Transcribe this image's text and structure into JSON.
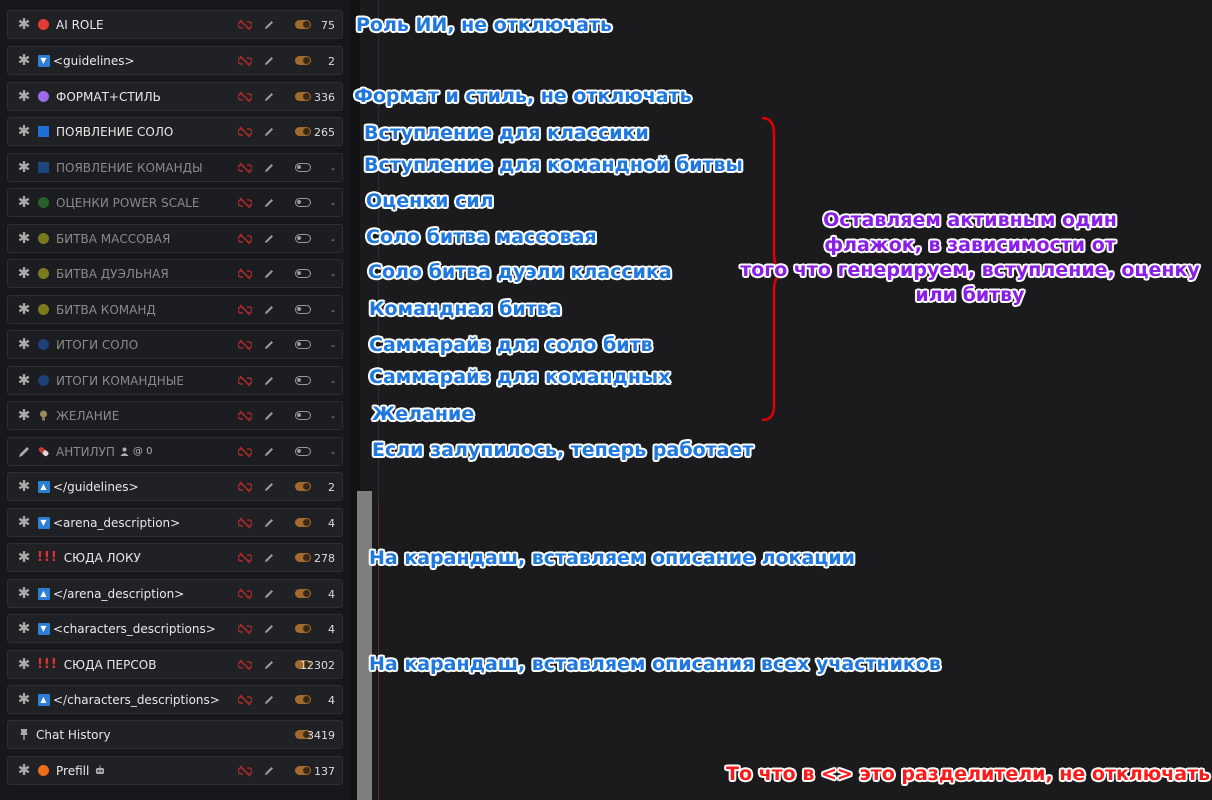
{
  "prompt_list": [
    {
      "name": "AI ROLE",
      "icon": "red-dot-icon",
      "count": "75",
      "enabled": true
    },
    {
      "name": "<guidelines>",
      "icon": "arrow-down-icon",
      "count": "2",
      "enabled": true
    },
    {
      "name": "ФОРМАТ+СТИЛЬ",
      "icon": "purple-dot-icon",
      "count": "336",
      "enabled": true
    },
    {
      "name": "ПОЯВЛЕНИЕ СОЛО",
      "icon": "blue-square-icon",
      "count": "265",
      "enabled": true
    },
    {
      "name": "ПОЯВЛЕНИЕ КОМАНДЫ",
      "icon": "blue-square-icon",
      "count": "-",
      "enabled": false
    },
    {
      "name": "ОЦЕНКИ POWER SCALE",
      "icon": "green-dot-icon",
      "count": "-",
      "enabled": false
    },
    {
      "name": "БИТВА МАССОВАЯ",
      "icon": "olive-dot-icon",
      "count": "-",
      "enabled": false
    },
    {
      "name": "БИТВА ДУЭЛЬНАЯ",
      "icon": "olive-dot-icon",
      "count": "-",
      "enabled": false
    },
    {
      "name": "БИТВА КОМАНД",
      "icon": "olive-dot-icon",
      "count": "-",
      "enabled": false
    },
    {
      "name": "ИТОГИ СОЛО",
      "icon": "navy-dot-icon",
      "count": "-",
      "enabled": false
    },
    {
      "name": "ИТОГИ КОМАНДНЫЕ",
      "icon": "navy-dot-icon",
      "count": "-",
      "enabled": false
    },
    {
      "name": "ЖЕЛАНИЕ",
      "icon": "lightbulb-icon",
      "count": "-",
      "enabled": false
    },
    {
      "name": "АНТИЛУП",
      "icon": "pill-icon",
      "extra": "@ 0",
      "count": "-",
      "enabled": false
    },
    {
      "name": "</guidelines>",
      "icon": "arrow-up-icon",
      "count": "2",
      "enabled": true
    },
    {
      "name": "<arena_description>",
      "icon": "arrow-down-icon",
      "count": "4",
      "enabled": true
    },
    {
      "name": "СЮДА ЛОКУ",
      "icon": "exclamation-icon",
      "count": "278",
      "enabled": true
    },
    {
      "name": "</arena_description>",
      "icon": "arrow-up-icon",
      "count": "4",
      "enabled": true
    },
    {
      "name": "<characters_descriptions>",
      "icon": "arrow-down-icon",
      "count": "4",
      "enabled": true
    },
    {
      "name": "СЮДА ПЕРСОВ",
      "icon": "exclamation-icon",
      "count": "12302",
      "enabled": true
    },
    {
      "name": "</characters_descriptions>",
      "icon": "arrow-up-icon",
      "count": "4",
      "enabled": true
    },
    {
      "name": "Chat History",
      "icon": "pin-icon",
      "count": "3419",
      "enabled": true
    },
    {
      "name": "Prefill",
      "icon": "orange-dot-icon",
      "extra_icon": "robot-icon",
      "count": "137",
      "enabled": true
    }
  ],
  "glyphs": {
    "exclamation": "!!!",
    "arrow_down": "▼",
    "arrow_up": "▲"
  },
  "colors": {
    "red_dot": "#e53935",
    "purple_dot": "#9b6be8",
    "blue_square": "#1e6fd9",
    "green_dot": "#2e7d32",
    "olive_dot": "#7a7a1c",
    "navy_dot": "#1d3f7a",
    "orange_dot": "#ef6c1a",
    "annotation_blue": "#1f78e0",
    "annotation_purple": "#8a1ee8",
    "annotation_red": "#ff1a1a",
    "toggle_on": "#a36a2c"
  },
  "annotations": {
    "ai_role": "Роль ИИ, не отключать",
    "format": "Формат и стиль, не отключать",
    "intro_classic": "Вступление для классики",
    "intro_team": "Вступление для командной битвы",
    "power_scale": "Оценки сил",
    "solo_mass": "Соло битва массовая",
    "solo_duel": "Соло битва дуэли классика",
    "team_battle": "Командная битва",
    "summary_solo": "Саммарайз для соло битв",
    "summary_team": "Саммарайз для командных",
    "wish": "Желание",
    "antiloop": "Если залупилось, теперь работает",
    "location": "На карандаш, вставляем описание локации",
    "characters": "На карандаш, вставляем описания всех участников",
    "separators": "То что в <> это разделители, не отключать",
    "note_lines": [
      "Оставляем активным один",
      "флажок, в зависимости от",
      "того что генерируем, вступление, оценку",
      "или битву"
    ]
  }
}
